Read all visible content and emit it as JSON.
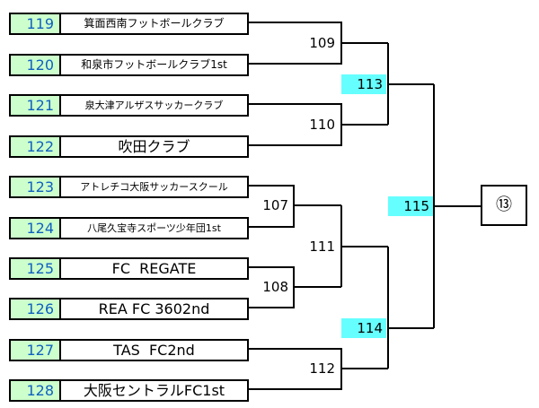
{
  "teams": [
    {
      "seed": "119",
      "name": "箕面西南フットボールクラブ"
    },
    {
      "seed": "120",
      "name": "和泉市フットボールクラブ1st"
    },
    {
      "seed": "121",
      "name": "泉大津アルザスサッカークラブ"
    },
    {
      "seed": "122",
      "name": "吹田クラブ"
    },
    {
      "seed": "123",
      "name": "アトレチコ大阪サッカースクール"
    },
    {
      "seed": "124",
      "name": "八尾久宝寺スポーツ少年団1st"
    },
    {
      "seed": "125",
      "name": "FC  REGATE"
    },
    {
      "seed": "126",
      "name": "REA FC 3602nd"
    },
    {
      "seed": "127",
      "name": "TAS  FC2nd"
    },
    {
      "seed": "128",
      "name": "大阪セントラルFC1st"
    }
  ],
  "matches": {
    "m107": "107",
    "m108": "108",
    "m109": "109",
    "m110": "110",
    "m111": "111",
    "m112": "112",
    "m113": "113",
    "m114": "114",
    "m115": "115"
  },
  "final": "⑬",
  "colors": {
    "seed_bg": "#ccffcc",
    "seed_text": "#1060c0",
    "highlight": "#66ffff"
  }
}
